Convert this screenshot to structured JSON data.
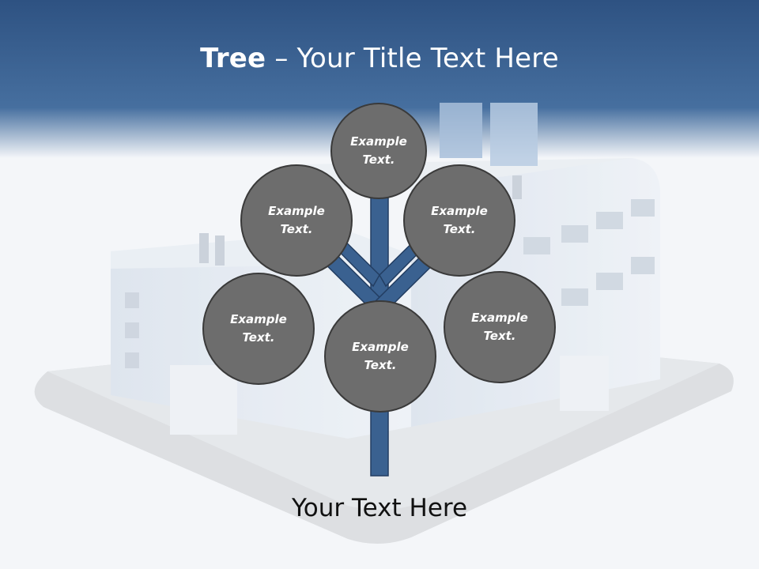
{
  "title": {
    "bold": "Tree",
    "dash": " – ",
    "rest": "Your Title Text Here"
  },
  "tree": {
    "nodes": [
      {
        "label": "Example\nText."
      },
      {
        "label": "Example\nText."
      },
      {
        "label": "Example\nText."
      },
      {
        "label": "Example\nText."
      },
      {
        "label": "Example\nText."
      },
      {
        "label": "Example\nText."
      }
    ]
  },
  "caption": "Your Text Here",
  "colors": {
    "header": "#3b6394",
    "trunk": "#3a6190",
    "node_fill": "#6d6d6d",
    "node_border": "#3a3a3a"
  }
}
